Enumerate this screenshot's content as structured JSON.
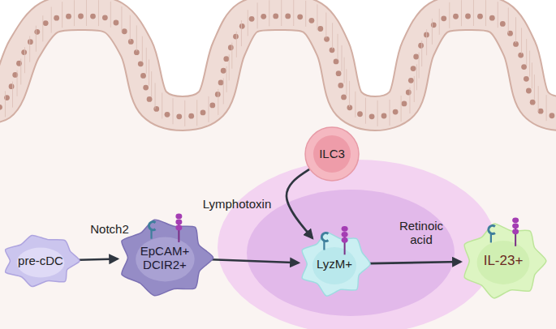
{
  "diagram": {
    "nodes": [
      {
        "text": [
          "pre-cDC"
        ]
      },
      {
        "text": [
          "EpCAM+ DCIR2+"
        ]
      },
      {
        "text": [
          "ILC3"
        ]
      },
      {
        "text": [
          "LyzM+"
        ]
      },
      {
        "text": [
          "IL-23+"
        ]
      }
    ],
    "edges": [
      {
        "from": 0,
        "to": 1,
        "label": "Notch2",
        "arrow": "to"
      },
      {
        "from": 1,
        "to": 3,
        "arrow": "to"
      },
      {
        "from": 2,
        "to": 3,
        "label": "Lymphotoxin",
        "arrow": "to"
      },
      {
        "from": 3,
        "to": 4,
        "label": "Retinoic acid",
        "arrow": "to"
      }
    ]
  }
}
